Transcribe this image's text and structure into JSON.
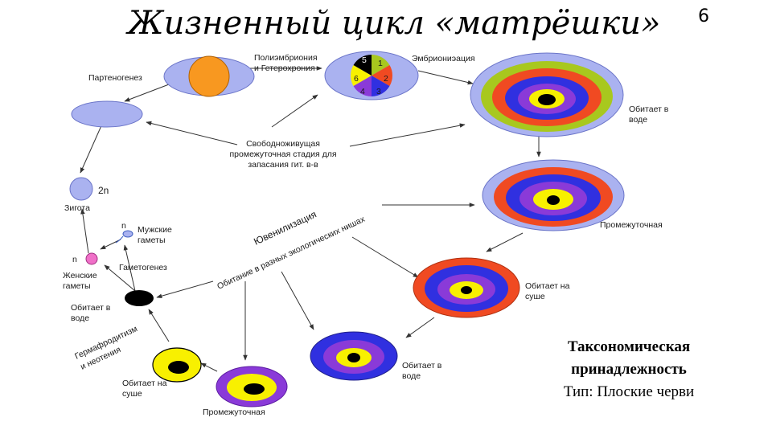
{
  "title": "Жизненный цикл «матрёшки»",
  "page_number": "6",
  "labels": {
    "parthenogenesis": "Партеногенез",
    "polyembryony_1": "Полиэмбриония",
    "polyembryony_2": "и Гетерохрония",
    "embryonization": "Эмбриониэация",
    "lives_water_1": "Обитает в",
    "lives_water_2": "воде",
    "free_stage_1": "Свободноживущая",
    "free_stage_2": "промежуточная стадия для",
    "free_stage_3": "запасания гит. в-в",
    "two_n": "2n",
    "zygote": "Зигота",
    "n_male": "n",
    "male_gametes_1": "Мужские",
    "male_gametes_2": "гаметы",
    "n_female": "n",
    "female_gametes_1": "Женские",
    "female_gametes_2": "гаметы",
    "gametogenesis": "Гаметогенез",
    "juvenilization": "Ювенилизация",
    "habitat_1": "Обитание в разных экологических нишах",
    "intermediate_upper": "Промежуточная",
    "lives_land_1": "Обитает на",
    "lives_land_2": "суше",
    "lives_water_bottom_1": "Обитает в",
    "lives_water_bottom_2": "воде",
    "hermaph_1": "Гермафродитизм",
    "hermaph_2": "и неотения",
    "lives_land_small_1": "Обитает  на",
    "lives_land_small_2": "суше",
    "intermediate_lower": "Промежуточная",
    "lives_water_mid_1": "Обитает в",
    "lives_water_mid_2": "воде"
  },
  "pie_numbers": [
    "1",
    "2",
    "3",
    "4",
    "5",
    "6"
  ],
  "taxonomy": {
    "line1": "Таксономическая",
    "line2": "принадлежность",
    "line3": "Тип: Плоские черви"
  },
  "colors": {
    "periwinkle": "#aab2f0",
    "lime": "#a8c81e",
    "red": "#f04a22",
    "blue": "#3030e0",
    "violet": "#8a3ad8",
    "yellow": "#f8f000",
    "orange": "#f89820",
    "pink": "#f06fd0",
    "black": "#000000"
  }
}
